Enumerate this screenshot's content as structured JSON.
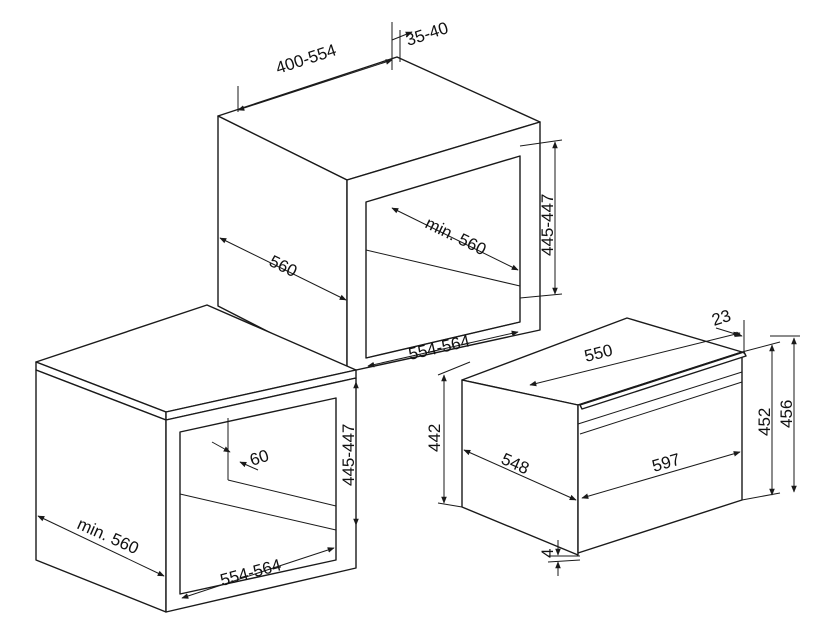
{
  "dimensions": {
    "upper_depth": "400-554",
    "upper_offset": "35-40",
    "upper_depth_560": "560",
    "upper_min_depth": "min. 560",
    "upper_height": "445-447",
    "upper_width": "554-564",
    "lower_height": "445-447",
    "lower_vent": "60",
    "lower_min_depth": "min. 560",
    "lower_width": "554-564",
    "unit_depth": "550",
    "unit_overhang": "23",
    "unit_body_height": "442",
    "unit_body_depth": "548",
    "unit_front_width": "597",
    "unit_front_height": "452",
    "unit_total_height": "456",
    "unit_gap": "4"
  }
}
